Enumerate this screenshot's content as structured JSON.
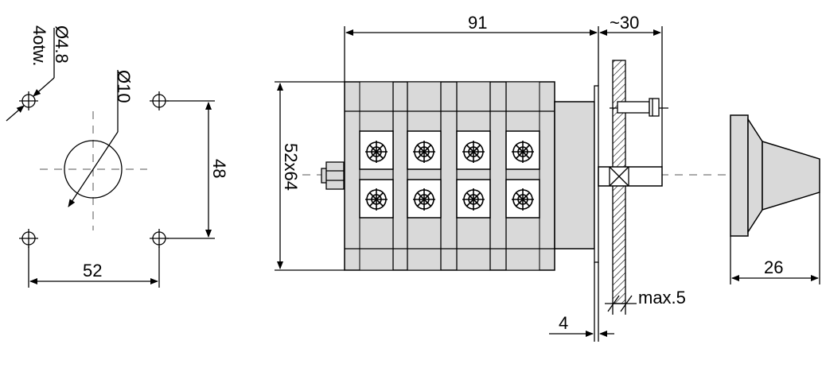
{
  "labels": {
    "hole_diameter": "Ø4.8",
    "hole_count": "4otw.",
    "center_diameter": "Ø10",
    "vertical_spacing": "48",
    "horizontal_spacing": "52",
    "face_size": "52x64",
    "body_length": "91",
    "shaft_length": "~30",
    "plate_thickness": "4",
    "panel_max": "max.5",
    "knob_length": "26"
  },
  "colors": {
    "body_fill": "#d9d9d9",
    "line": "#000000"
  }
}
